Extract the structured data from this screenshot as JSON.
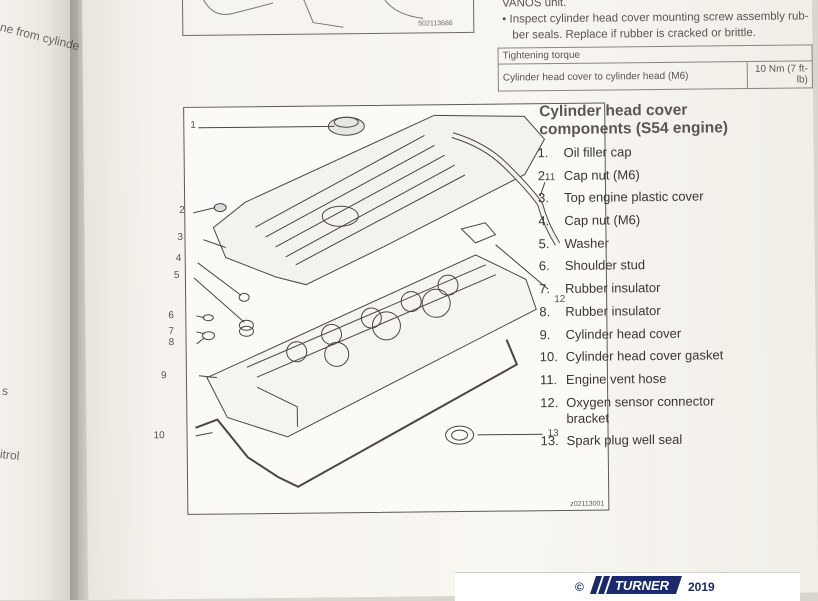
{
  "left_page": {
    "fragments": [
      "ne from cylinde",
      "s",
      "itrol"
    ]
  },
  "top_figure_id": "502113686",
  "text_block": {
    "line1": "VANOS unit.",
    "bullet": "Inspect cylinder head cover mounting screw assembly rub-",
    "bullet_cont": "ber seals. Replace if rubber is cracked or brittle."
  },
  "torque_table": {
    "header": "Tightening torque",
    "row_label": "Cylinder head cover to cylinder head (M6)",
    "row_value": "10 Nm (7 ft-lb)"
  },
  "figure": {
    "id": "z02113001",
    "callouts": [
      "1",
      "2",
      "3",
      "4",
      "5",
      "6",
      "7",
      "8",
      "9",
      "10",
      "11",
      "12",
      "13"
    ]
  },
  "section": {
    "title_line1": "Cylinder head cover",
    "title_line2": "components (S54 engine)",
    "parts": [
      {
        "num": "1.",
        "text": "Oil filler cap"
      },
      {
        "num": "2.",
        "text": "Cap nut (M6)"
      },
      {
        "num": "3.",
        "text": "Top engine plastic cover"
      },
      {
        "num": "4.",
        "text": "Cap nut (M6)"
      },
      {
        "num": "5.",
        "text": "Washer"
      },
      {
        "num": "6.",
        "text": "Shoulder stud"
      },
      {
        "num": "7.",
        "text": "Rubber insulator"
      },
      {
        "num": "8.",
        "text": "Rubber insulator"
      },
      {
        "num": "9.",
        "text": "Cylinder head cover"
      },
      {
        "num": "10.",
        "text": "Cylinder head cover gasket"
      },
      {
        "num": "11.",
        "text": "Engine vent hose"
      },
      {
        "num": "12.",
        "text": "Oxygen sensor connector bracket"
      },
      {
        "num": "13.",
        "text": "Spark plug well seal"
      }
    ]
  },
  "footer": {
    "copyright": "©",
    "logo": "TURNER",
    "year": "2019"
  },
  "colors": {
    "footer_text": "#1a2a6a",
    "logo_blue": "#1a2a6a",
    "logo_accent": "#e8a020"
  }
}
